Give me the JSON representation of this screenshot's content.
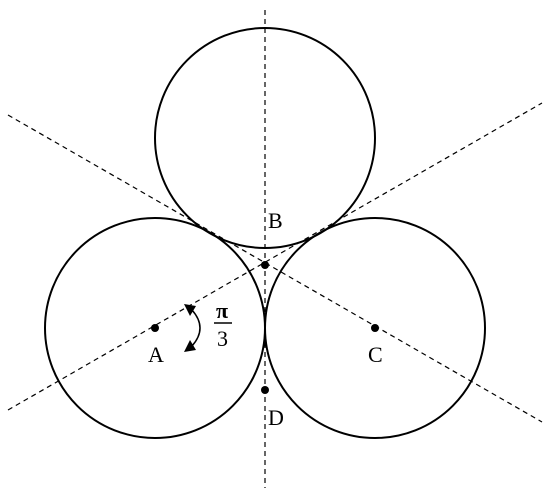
{
  "labels": {
    "A": "A",
    "B": "B",
    "C": "C",
    "D": "D"
  },
  "angle": {
    "numerator": "π",
    "denominator": "3"
  },
  "colors": {
    "stroke": "#000000",
    "background": "#ffffff"
  }
}
